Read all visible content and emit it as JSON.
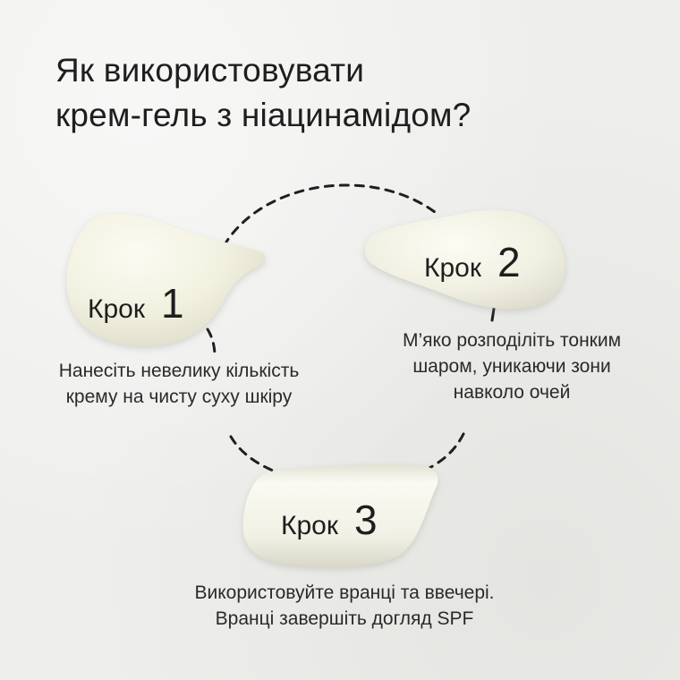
{
  "title": {
    "line1": "Як використовувати",
    "line2": "крем-гель з ніацинамідом?"
  },
  "steps": [
    {
      "word": "Крок",
      "number": "1",
      "description": [
        "Нанесіть невелику кількість",
        "крему на чисту суху шкіру"
      ]
    },
    {
      "word": "Крок",
      "number": "2",
      "description": [
        "М’яко розподіліть тонким",
        "шаром, уникаючи зони",
        "навколо очей"
      ]
    },
    {
      "word": "Крок",
      "number": "3",
      "description": [
        "Використовуйте вранці та ввечері.",
        "Вранці завершіть догляд SPF"
      ]
    }
  ],
  "colors": {
    "background": "#eeeeec",
    "cream": "#f3f2e6",
    "dashes": "#1f1f1f"
  }
}
